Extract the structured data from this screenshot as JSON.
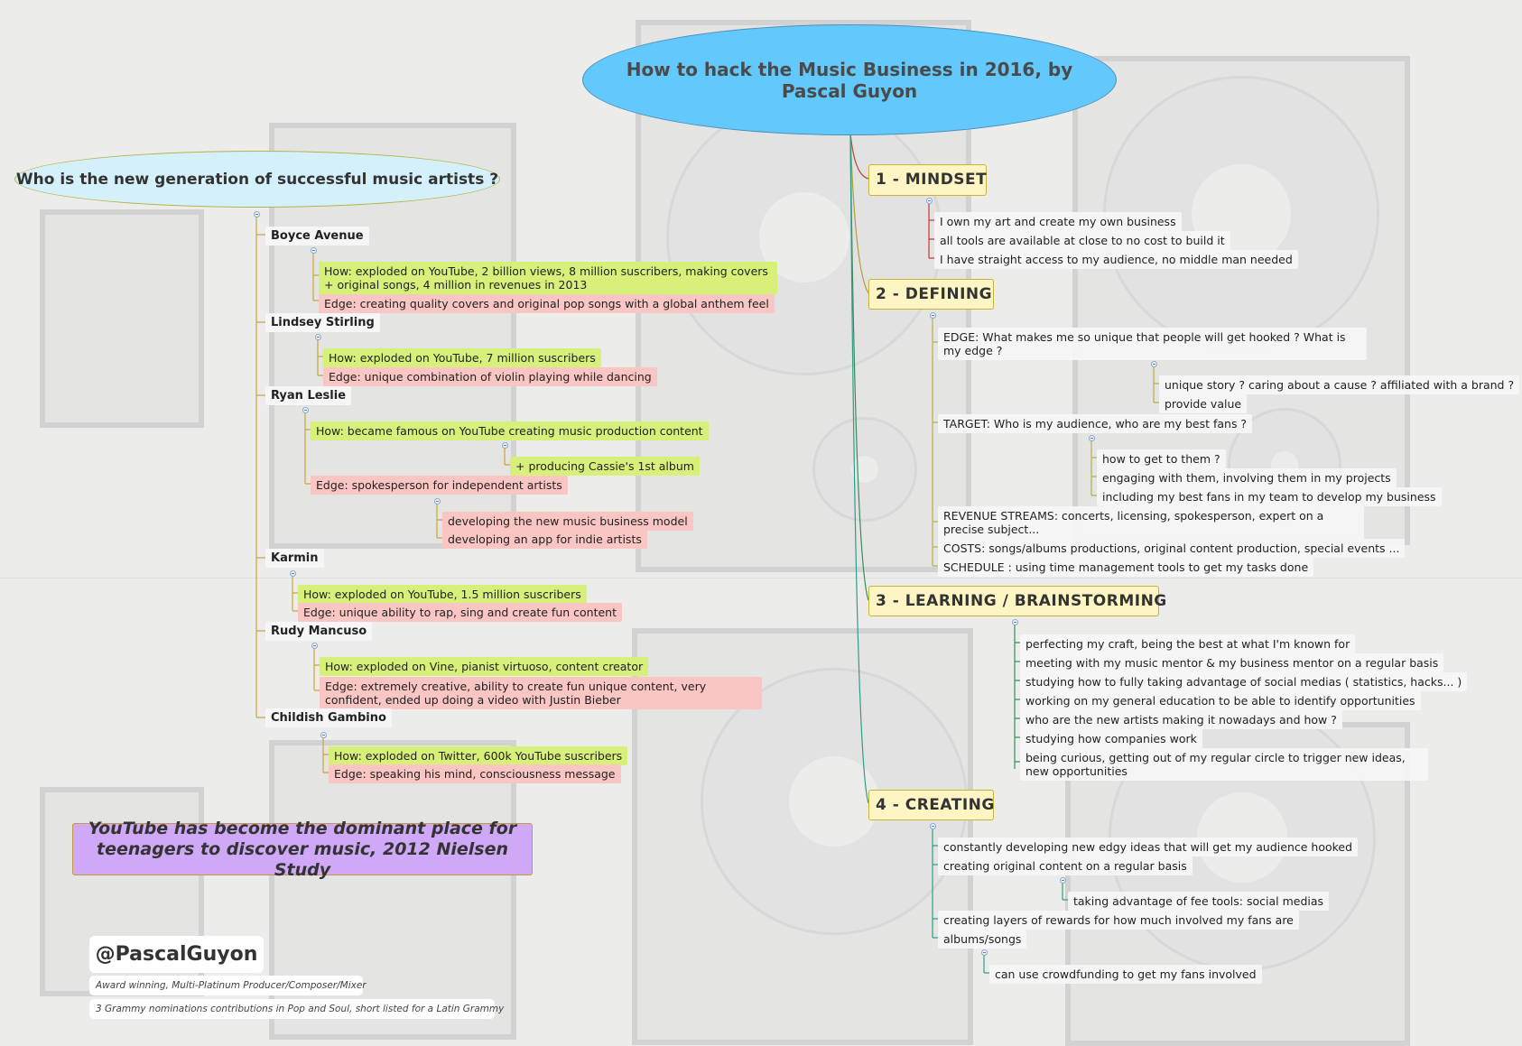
{
  "title": "How to hack the Music Business in 2016, by Pascal Guyon",
  "generation": {
    "title": "Who is the new generation of successful music artists ?",
    "artists": [
      {
        "name": "Boyce Avenue",
        "how": "How: exploded on YouTube, 2 billion views, 8 million suscribers, making covers + original songs, 4 million in revenues in 2013",
        "edge": "Edge: creating quality covers and original pop songs with a global anthem feel"
      },
      {
        "name": "Lindsey Stirling",
        "how": "How: exploded on YouTube, 7 million suscribers",
        "edge": "Edge: unique combination of violin playing while dancing"
      },
      {
        "name": "Ryan Leslie",
        "how": "How: became famous on YouTube creating music production content",
        "how_sub": [
          "+ producing Cassie's 1st album"
        ],
        "edge": "Edge: spokesperson for independent artists",
        "edge_sub": [
          "developing the new music business model",
          "developing an app for indie artists"
        ]
      },
      {
        "name": "Karmin",
        "how": "How: exploded on YouTube, 1.5 million suscribers",
        "edge": "Edge: unique ability to rap, sing and create fun content"
      },
      {
        "name": "Rudy Mancuso",
        "how": "How: exploded on Vine, pianist virtuoso, content creator",
        "edge": "Edge: extremely creative, ability to create fun unique content, very confident, ended up doing a video with Justin Bieber"
      },
      {
        "name": "Childish Gambino",
        "how": "How: exploded on Twitter, 600k YouTube suscribers",
        "edge": "Edge: speaking his mind, consciousness message"
      }
    ]
  },
  "quote": "YouTube has become the dominant place for teenagers to discover music, 2012 Nielsen Study",
  "author": {
    "handle": "@PascalGuyon",
    "captions": [
      "Award winning, Multi-Platinum Producer/Composer/Mixer",
      "3 Grammy nominations contributions in Pop and Soul, short listed for a Latin Grammy"
    ]
  },
  "sections": [
    {
      "title": "1 - MINDSET",
      "items": [
        "I own my art and create my own business",
        "all tools are available at close to no cost to build it",
        "I have straight access to my audience, no middle man needed"
      ]
    },
    {
      "title": "2 - DEFINING",
      "items": [
        {
          "text": "EDGE: What makes me so unique that people will get hooked ?  What is my edge ?",
          "sub": [
            "unique story ? caring about a cause ? affiliated with a brand ?",
            "provide value"
          ]
        },
        {
          "text": "TARGET: Who is my audience, who are my best fans ?",
          "sub": [
            "how to get to them ?",
            "engaging with them, involving them in my projects",
            "including my best fans in my team to develop my business"
          ]
        },
        {
          "text": "REVENUE STREAMS: concerts, licensing, spokesperson, expert on a precise subject..."
        },
        {
          "text": "COSTS: songs/albums productions, original content production, special events ..."
        },
        {
          "text": "SCHEDULE : using time management tools to get my tasks done"
        }
      ]
    },
    {
      "title": "3 - LEARNING / BRAINSTORMING",
      "items": [
        "perfecting my craft, being the best at what I'm known for",
        "meeting with my music mentor & my business mentor on a regular basis",
        "studying how to fully taking advantage of social medias ( statistics, hacks... )",
        "working on my general education to be able to identify opportunities",
        "who are the new artists making it nowadays and how ?",
        "studying how companies work",
        "being curious, getting out of my regular circle to trigger new ideas, new opportunities"
      ]
    },
    {
      "title": "4 - CREATING",
      "items": [
        {
          "text": "constantly developing new edgy ideas that will get my audience hooked"
        },
        {
          "text": "creating original content on a regular basis",
          "sub": [
            "taking advantage of fee tools: social medias"
          ]
        },
        {
          "text": "creating layers of rewards for how much involved my fans are"
        },
        {
          "text": "albums/songs",
          "sub": [
            "can use crowdfunding to get my fans involved"
          ]
        }
      ]
    }
  ],
  "colors": {
    "main": "#63c8fb",
    "generation": "#d4f1fb",
    "section": "#fdf6c4",
    "how": "#d6f07a",
    "edge": "#f9c6c4",
    "quote": "#cfa8f7"
  }
}
